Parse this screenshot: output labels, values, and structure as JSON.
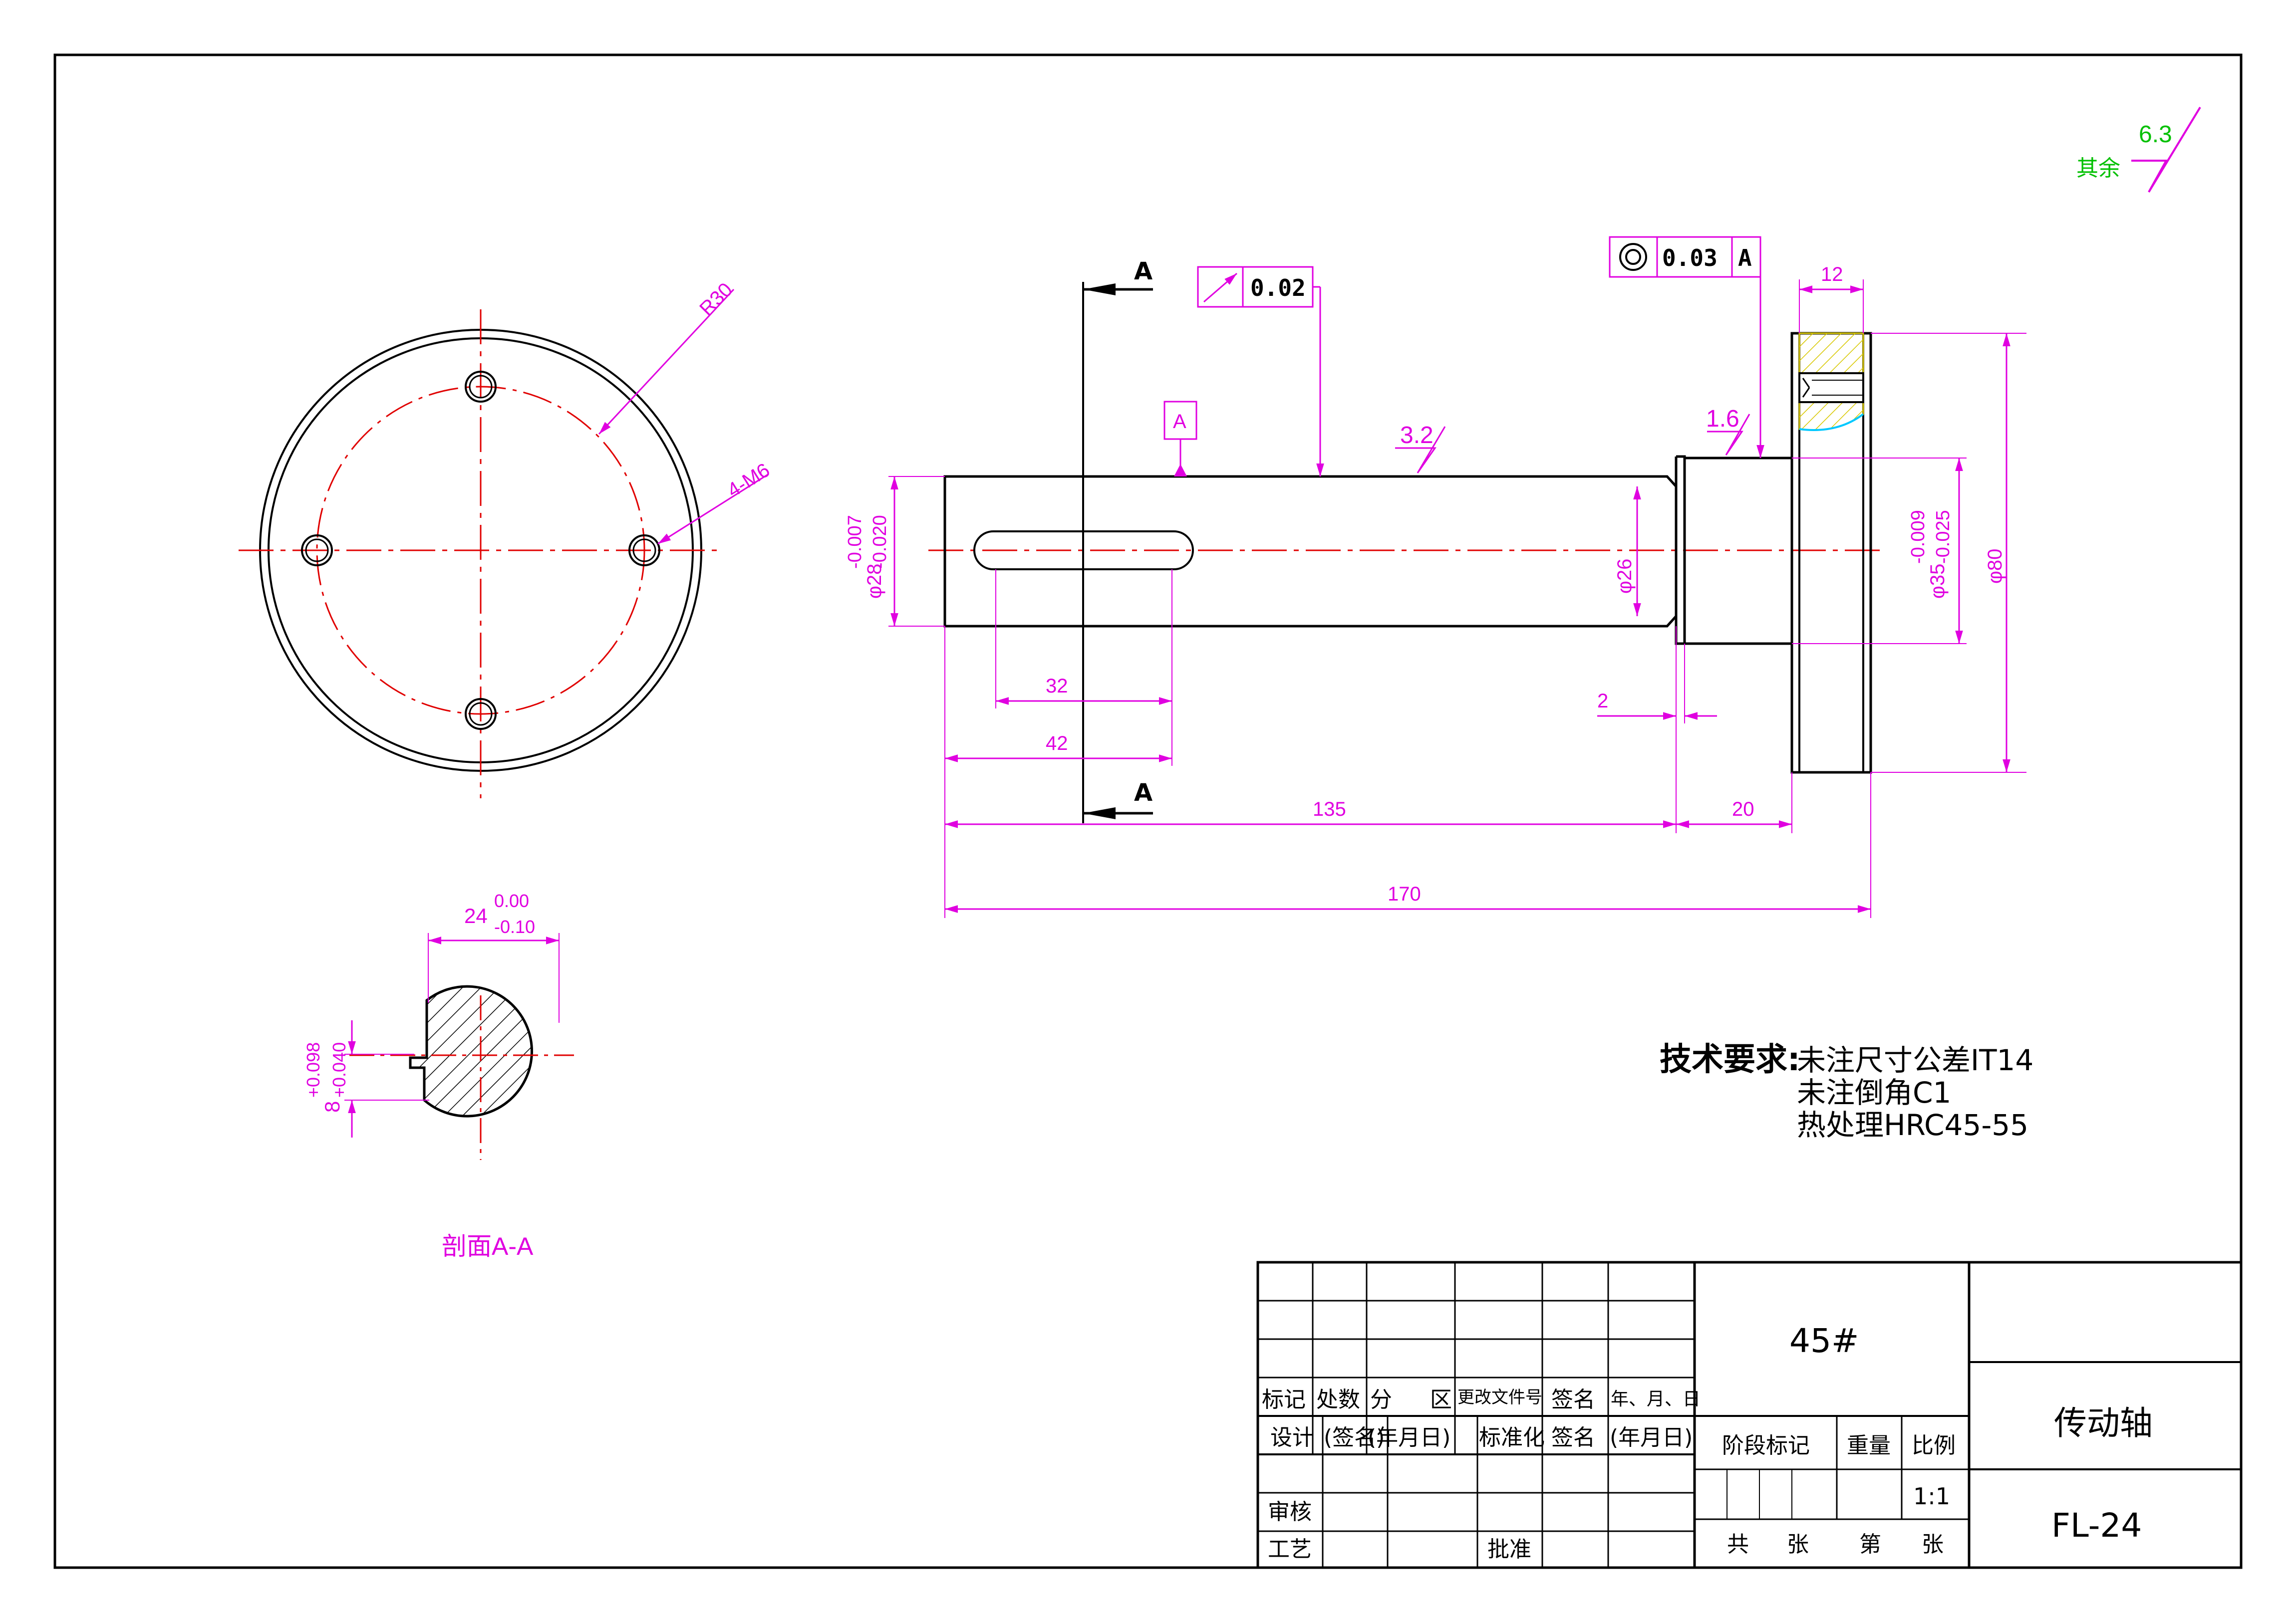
{
  "roughness": {
    "general_label": "其余",
    "general_value": "6.3",
    "surface_value": "3.2",
    "shoulder_value": "1.6"
  },
  "datum": {
    "label": "A"
  },
  "section_marks": {
    "top": "A",
    "bottom": "A",
    "caption": "剖面A-A"
  },
  "tolerances": {
    "runout": {
      "symbol": "runout-arrow",
      "value": "0.02"
    },
    "concentricity": {
      "symbol": "concentricity-circles",
      "value": "0.03",
      "datum": "A"
    }
  },
  "end_view": {
    "radius_label": "R30",
    "holes_label": "4-M6"
  },
  "dimensions": {
    "dia28": "φ28",
    "dia28_upper": "-0.007",
    "dia28_lower": "-0.020",
    "dia26": "φ26",
    "dia35": "φ35",
    "dia35_upper": "-0.009",
    "dia35_lower": "-0.025",
    "dia80": "φ80",
    "key_len": "32",
    "key_pos": "42",
    "shaft_len": "135",
    "collar_len": "20",
    "total_len": "170",
    "flange_thk": "12",
    "undercut": "2",
    "sec_width": "24",
    "sec_width_upper": "0.00",
    "sec_width_lower": "-0.10",
    "key_depth": "8",
    "key_depth_upper": "+0.098",
    "key_depth_lower": "+0.040"
  },
  "tech_requirements": {
    "heading": "技术要求:",
    "line1": "未注尺寸公差IT14",
    "line2": "未注倒角C1",
    "line3": "热处理HRC45-55"
  },
  "title_block": {
    "material": "45#",
    "part_name": "传动轴",
    "drawing_no": "FL-24",
    "scale": "1:1",
    "headers": {
      "mark": "标记",
      "count": "处数",
      "zone_a": "分",
      "zone_b": "区",
      "change_doc": "更改文件号",
      "sign": "签名",
      "date": "年、月、日",
      "design": "设计",
      "signed": "(签名)",
      "dated": "(年月日)",
      "standardize": "标准化",
      "sign2": "签名",
      "dated2": "(年月日)",
      "stage": "阶段标记",
      "weight": "重量",
      "scale_label": "比例",
      "review": "审核",
      "process": "工艺",
      "approve": "批准",
      "total": "共",
      "sheets": "张",
      "sheet_no": "第",
      "sheet": "张"
    }
  }
}
